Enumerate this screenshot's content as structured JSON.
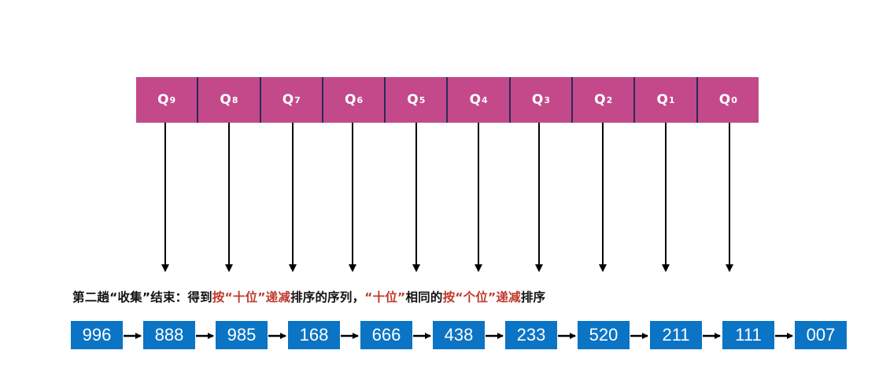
{
  "queues": [
    {
      "label": "Q",
      "index": "9"
    },
    {
      "label": "Q",
      "index": "8"
    },
    {
      "label": "Q",
      "index": "7"
    },
    {
      "label": "Q",
      "index": "6"
    },
    {
      "label": "Q",
      "index": "5"
    },
    {
      "label": "Q",
      "index": "4"
    },
    {
      "label": "Q",
      "index": "3"
    },
    {
      "label": "Q",
      "index": "2"
    },
    {
      "label": "Q",
      "index": "1"
    },
    {
      "label": "Q",
      "index": "0"
    }
  ],
  "caption": {
    "part1": "第二趟“收集”结束：得到",
    "part2": "按“十位”递减",
    "part3": "排序的序列，",
    "part4": "“十位”",
    "part5": "相同的",
    "part6": "按“个位”递减",
    "part7": "排序"
  },
  "sequence": [
    "996",
    "888",
    "985",
    "168",
    "666",
    "438",
    "233",
    "520",
    "211",
    "111",
    "007"
  ],
  "colors": {
    "queue_fill": "#c3498a",
    "queue_divider": "#2b2a5a",
    "number_box": "#0b74c4",
    "highlight_text": "#c0392b"
  }
}
